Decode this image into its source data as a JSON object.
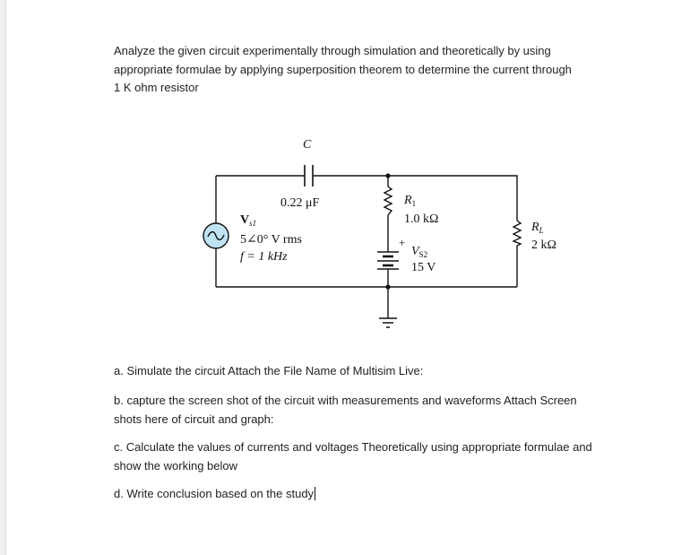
{
  "intro": {
    "line1": "Analyze the given circuit experimentally through simulation and theoretically by using",
    "line2": "appropriate formulae by applying superposition theorem to determine the current through",
    "line3": "1 K ohm resistor"
  },
  "circuit": {
    "capacitor_name": "C",
    "capacitor_value": "0.22 μF",
    "source1_name": "V",
    "source1_sub": "s1",
    "source1_value": "5∠0° V rms",
    "source1_freq": "f = 1 kHz",
    "r1_name": "R",
    "r1_sub": "1",
    "r1_value": "1.0 kΩ",
    "source2_plus": "+",
    "source2_name": "V",
    "source2_sub": "S2",
    "source2_value": "15 V",
    "rl_name": "R",
    "rl_sub": "L",
    "rl_value": "2 kΩ"
  },
  "questions": {
    "a": "a. Simulate the circuit Attach the File Name of Multisim Live:",
    "b_line1": "b. capture the screen shot of the circuit with measurements and waveforms Attach Screen",
    "b_line2": "shots here of circuit and graph:",
    "c_line1": "c. Calculate the values of currents and voltages Theoretically using appropriate formulae and",
    "c_line2": "show the working below",
    "d": "d. Write conclusion based on the study"
  },
  "colors": {
    "source_fill": "#bfe3f2",
    "wire": "#111111"
  }
}
